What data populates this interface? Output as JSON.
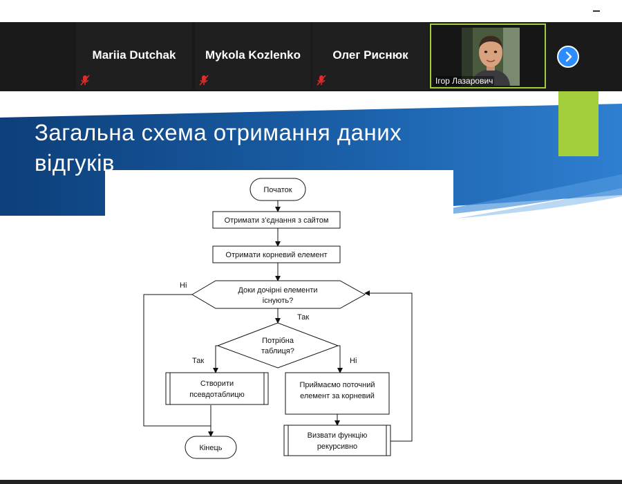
{
  "participants": [
    {
      "name": "Mariia Dutchak",
      "muted": true
    },
    {
      "name": "Mykola Kozlenko",
      "muted": true
    },
    {
      "name": "Олег Риснюк",
      "muted": true
    }
  ],
  "active_speaker": {
    "name": "Ігор Лазарович"
  },
  "slide": {
    "title_line1": "Загальна схема отримання даних",
    "title_line2": "відгуків"
  },
  "flowchart": {
    "start": "Початок",
    "step1": "Отримати з’єднання з сайтом",
    "step2": "Отримати корневий елемент",
    "cond1_line1": "Доки дочірні елементи",
    "cond1_line2": "існують?",
    "cond1_no": "Ні",
    "cond1_yes": "Так",
    "cond2_line1": "Потрібна",
    "cond2_line2": "таблиця?",
    "cond2_yes": "Так",
    "cond2_no": "Ні",
    "create_line1": "Створити",
    "create_line2": "псевдотаблицю",
    "accept_line1": "Приймаємо поточний",
    "accept_line2": "елемент за корневий",
    "call_line1": "Визвати функцію",
    "call_line2": "рекурсивно",
    "end": "Кінець"
  },
  "colors": {
    "slide_blue": "#1a5fa8",
    "accent_green": "#a3cf3c",
    "zoom_blue": "#2d8cff",
    "mute_red": "#e02b2b"
  }
}
